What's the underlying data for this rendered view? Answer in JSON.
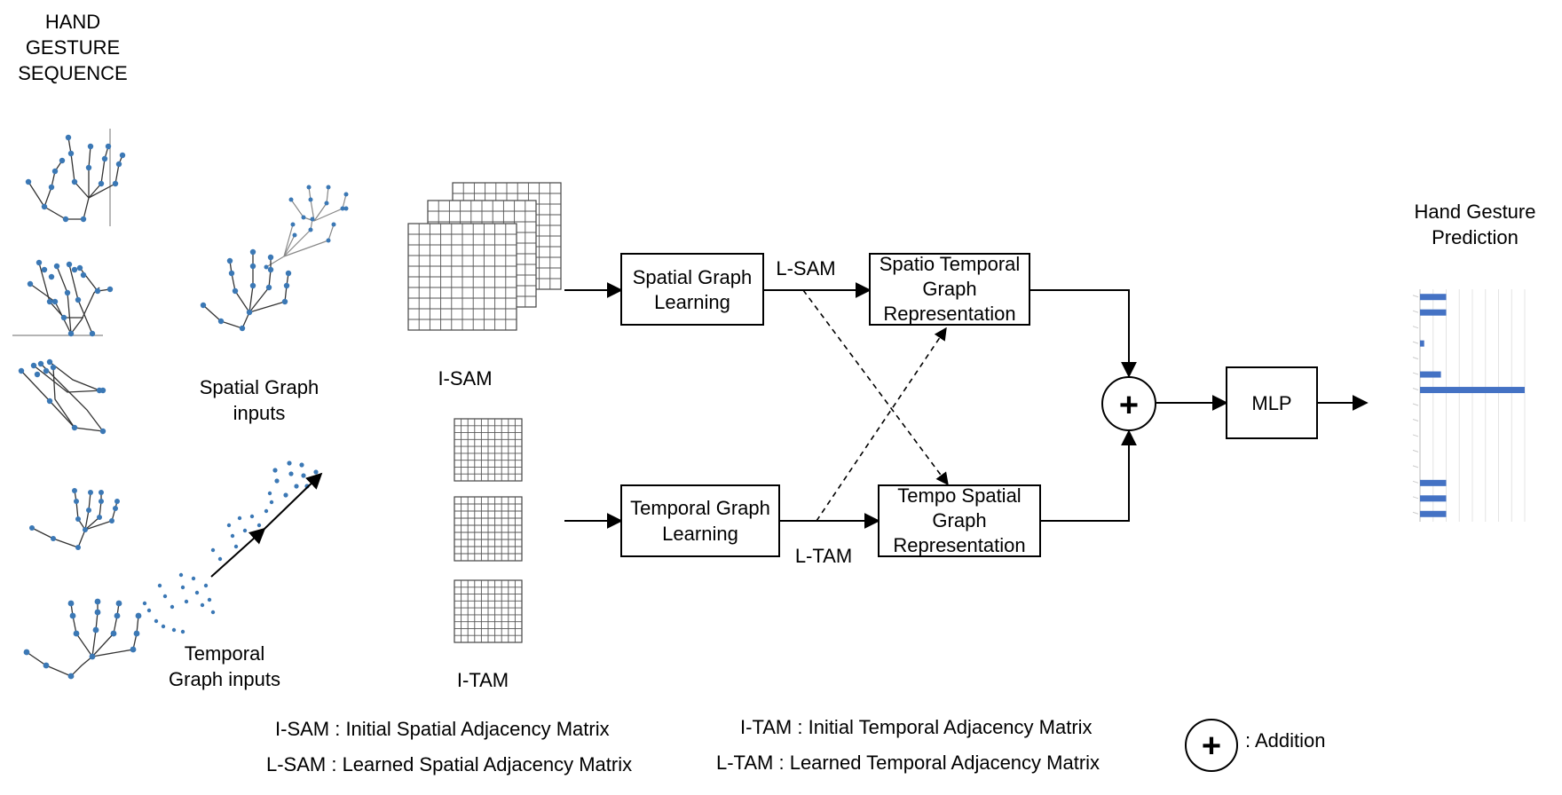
{
  "left_column": {
    "title_lines": [
      "HAND",
      "GESTURE",
      "SEQUENCE"
    ]
  },
  "spatial_inputs": {
    "lines": [
      "Spatial Graph",
      "inputs"
    ]
  },
  "temporal_inputs": {
    "lines": [
      "Temporal",
      "Graph inputs"
    ]
  },
  "matrices": {
    "isam_label": "I-SAM",
    "itam_label": "I-TAM"
  },
  "nodes": {
    "spatial_learning": {
      "lines": [
        "Spatial Graph",
        "Learning"
      ]
    },
    "temporal_learning": {
      "lines": [
        "Temporal Graph",
        "Learning"
      ]
    },
    "spatio_temporal": {
      "lines": [
        "Spatio Temporal",
        "Graph",
        "Representation"
      ]
    },
    "tempo_spatial": {
      "lines": [
        "Tempo Spatial",
        "Graph",
        "Representation"
      ]
    },
    "addition_symbol": "+",
    "mlp": "MLP"
  },
  "edge_labels": {
    "lsam": "L-SAM",
    "ltam": "L-TAM"
  },
  "prediction": {
    "title_lines": [
      "Hand Gesture",
      "Prediction"
    ],
    "bar_values": [
      0.25,
      0.25,
      0,
      0.04,
      0,
      0.2,
      1.0,
      0,
      0,
      0,
      0,
      0,
      0.25,
      0.25,
      0.25
    ]
  },
  "legend": {
    "isam": "I-SAM : Initial Spatial Adjacency Matrix",
    "lsam": "L-SAM : Learned Spatial Adjacency Matrix",
    "itam": "I-TAM : Initial Temporal Adjacency Matrix",
    "ltam": "L-TAM : Learned Temporal Adjacency Matrix",
    "addition_symbol": "+",
    "addition": ": Addition"
  },
  "colors": {
    "joint": "#3b78b5",
    "bar": "#4472c4"
  }
}
